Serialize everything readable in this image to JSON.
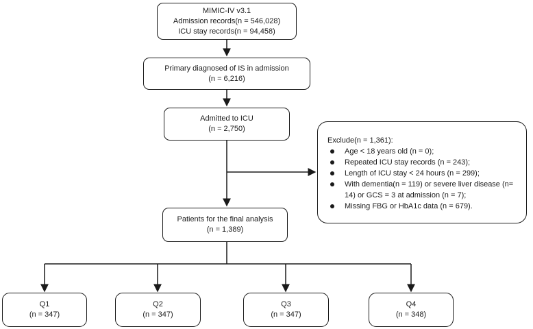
{
  "figure": {
    "type": "flowchart",
    "colors": {
      "line": "#1a1a1a",
      "text": "#1a1a1a",
      "node_background": "#ffffff",
      "page_background": "#ffffff"
    },
    "nodes": {
      "mimic": {
        "lines": [
          "MIMIC-IV v3.1",
          "Admission records(n = 546,028)",
          "ICU stay records(n = 94,458)"
        ]
      },
      "primary": {
        "lines": [
          "Primary diagnosed of IS in admission",
          "(n = 6,216)"
        ]
      },
      "icu": {
        "lines": [
          "Admitted to ICU",
          "(n = 2,750)"
        ]
      },
      "exclude": {
        "title": "Exclude(n = 1,361):",
        "items": [
          "Age < 18 years old (n = 0);",
          "Repeated ICU stay records (n = 243);",
          "Length of ICU stay < 24 hours (n = 299);",
          "With dementia(n = 119) or severe liver disease (n= 14) or GCS = 3 at admission (n = 7);",
          "Missing FBG or HbA1c data (n = 679)."
        ]
      },
      "final": {
        "lines": [
          "Patients for the final analysis",
          "(n = 1,389)"
        ]
      },
      "q1": {
        "lines": [
          "Q1",
          "(n = 347)"
        ]
      },
      "q2": {
        "lines": [
          "Q2",
          "(n = 347)"
        ]
      },
      "q3": {
        "lines": [
          "Q3",
          "(n = 347)"
        ]
      },
      "q4": {
        "lines": [
          "Q4",
          "(n = 348)"
        ]
      }
    }
  }
}
